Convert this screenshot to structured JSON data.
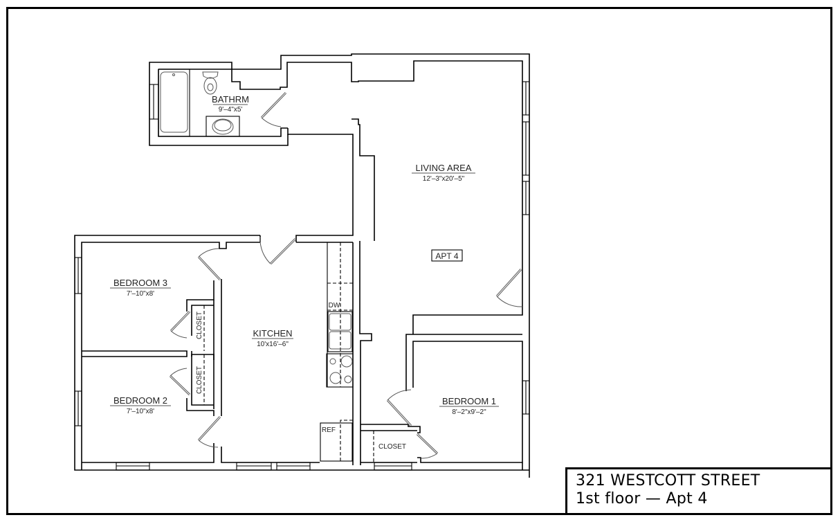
{
  "title_block": {
    "address": "321 WESTCOTT STREET",
    "floor": "1st floor — Apt 4"
  },
  "unit_tag": "APT 4",
  "rooms": {
    "bathroom": {
      "name": "BATHRM",
      "size": "9'–4\"x5'"
    },
    "living": {
      "name": "LIVING AREA",
      "size": "12'–3\"x20'–5\""
    },
    "kitchen": {
      "name": "KITCHEN",
      "size": "10'x16'–6\""
    },
    "bedroom3": {
      "name": "BEDROOM 3",
      "size": "7'–10\"x8'"
    },
    "bedroom2": {
      "name": "BEDROOM 2",
      "size": "7'–10\"x8'"
    },
    "bedroom1": {
      "name": "BEDROOM 1",
      "size": "8'–2\"x9'–2\""
    }
  },
  "fixtures": {
    "closet_b3": "CLOSET",
    "closet_b2": "CLOSET",
    "closet_b1": "CLOSET",
    "dishwasher": "DW",
    "refrigerator": "REF"
  }
}
